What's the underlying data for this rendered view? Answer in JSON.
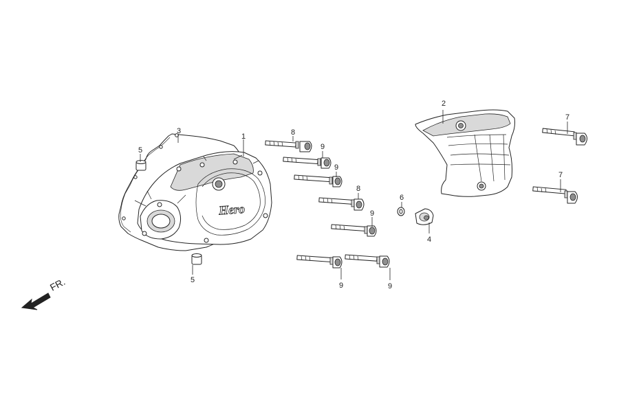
{
  "diagram": {
    "callouts": {
      "c1": "1",
      "c2": "2",
      "c3": "3",
      "c4": "4",
      "c5a": "5",
      "c5b": "5",
      "c6": "6",
      "c7a": "7",
      "c7b": "7",
      "c8a": "8",
      "c8b": "8",
      "c9a": "9",
      "c9b": "9",
      "c9c": "9",
      "c9d": "9",
      "c9e": "9"
    },
    "logo_text": "Hero",
    "direction_label": "FR."
  }
}
